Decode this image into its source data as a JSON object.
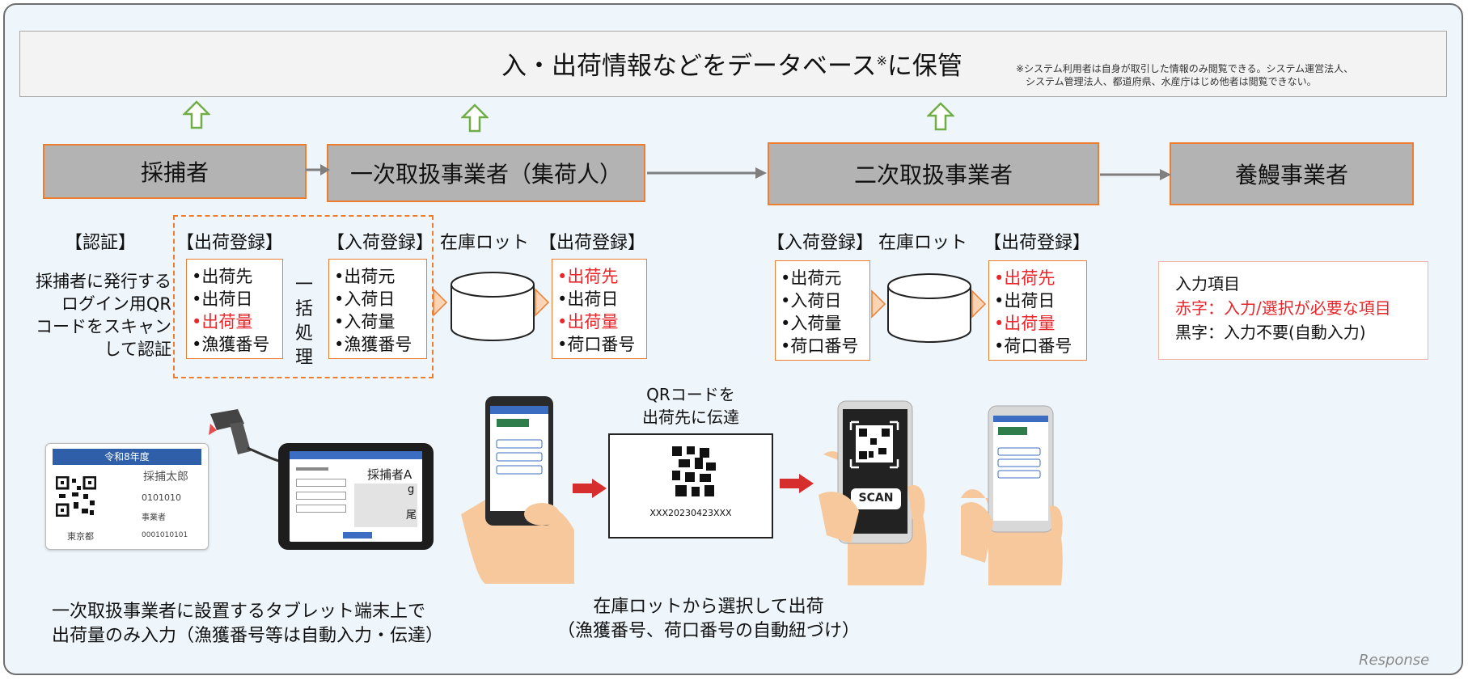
{
  "database": {
    "title": "入・出荷情報などをデータベース",
    "title_mark": "※",
    "title_suffix": "に保管",
    "note_line1": "※システム利用者は自身が取引した情報のみ閲覧できる。システム運営法人、",
    "note_line2": "システム管理法人、都道府県、水産庁はじめ他者は閲覧できない。"
  },
  "actors": [
    "採捕者",
    "一次取扱事業者（集荷人）",
    "二次取扱事業者",
    "養鰻事業者"
  ],
  "auth": {
    "heading": "【認証】",
    "lines": [
      "採捕者に発行する",
      "ログイン用QR",
      "コードをスキャン",
      "して認証"
    ]
  },
  "primary": {
    "shipping_heading": "【出荷登録】",
    "shipping_items": [
      {
        "text": "•出荷先",
        "required": false
      },
      {
        "text": "•出荷日",
        "required": false
      },
      {
        "text": "•出荷量",
        "required": true
      },
      {
        "text": "•漁獲番号",
        "required": false
      }
    ],
    "batch_chars": [
      "一",
      "括",
      "処",
      "理"
    ],
    "receiving_heading": "【入荷登録】",
    "receiving_items": [
      {
        "text": "•出荷元",
        "required": false
      },
      {
        "text": "•入荷日",
        "required": false
      },
      {
        "text": "•入荷量",
        "required": false
      },
      {
        "text": "•漁獲番号",
        "required": false
      }
    ],
    "inventory_label": "在庫ロット",
    "shipping2_heading": "【出荷登録】",
    "shipping2_items": [
      {
        "text": "•出荷先",
        "required": true
      },
      {
        "text": "•出荷日",
        "required": false
      },
      {
        "text": "•出荷量",
        "required": true
      },
      {
        "text": "•荷口番号",
        "required": false
      }
    ]
  },
  "secondary": {
    "receiving_heading": "【入荷登録】",
    "receiving_items": [
      {
        "text": "•出荷元",
        "required": false
      },
      {
        "text": "•入荷日",
        "required": false
      },
      {
        "text": "•入荷量",
        "required": false
      },
      {
        "text": "•荷口番号",
        "required": false
      }
    ],
    "inventory_label": "在庫ロット",
    "shipping_heading": "【出荷登録】",
    "shipping_items": [
      {
        "text": "•出荷先",
        "required": true
      },
      {
        "text": "•出荷日",
        "required": false
      },
      {
        "text": "•出荷量",
        "required": true
      },
      {
        "text": "•荷口番号",
        "required": false
      }
    ]
  },
  "legend": {
    "title": "入力項目",
    "red": "赤字：入力/選択が必要な項目",
    "black": "黒字：入力不要(自動入力)"
  },
  "card": {
    "year": "令和8年度",
    "name": "採捕太郎",
    "number": "0101010",
    "role": "事業者",
    "issuer": "0001010101",
    "pref": "東京都"
  },
  "tablet": {
    "user": "採捕者A",
    "unit1": "g",
    "unit2": "尾"
  },
  "qr_transfer": {
    "caption_line1": "QRコードを",
    "caption_line2": "出荷先に伝達",
    "code": "XXX20230423XXX",
    "scan_label": "SCAN"
  },
  "captions": {
    "left_line1": "一次取扱事業者に設置するタブレット端末上で",
    "left_line2": "出荷量のみ入力（漁獲番号等は自動入力・伝達）",
    "center_line1": "在庫ロットから選択して出荷",
    "center_line2": "（漁獲番号、荷口番号の自動紐づけ）"
  },
  "watermark": "Response",
  "colors": {
    "accent_orange": "#ec7d31",
    "required_red": "#e8262a",
    "arrow_green": "#70ad47",
    "actor_gray": "#b3b3b3",
    "background": "#eef6fc"
  }
}
